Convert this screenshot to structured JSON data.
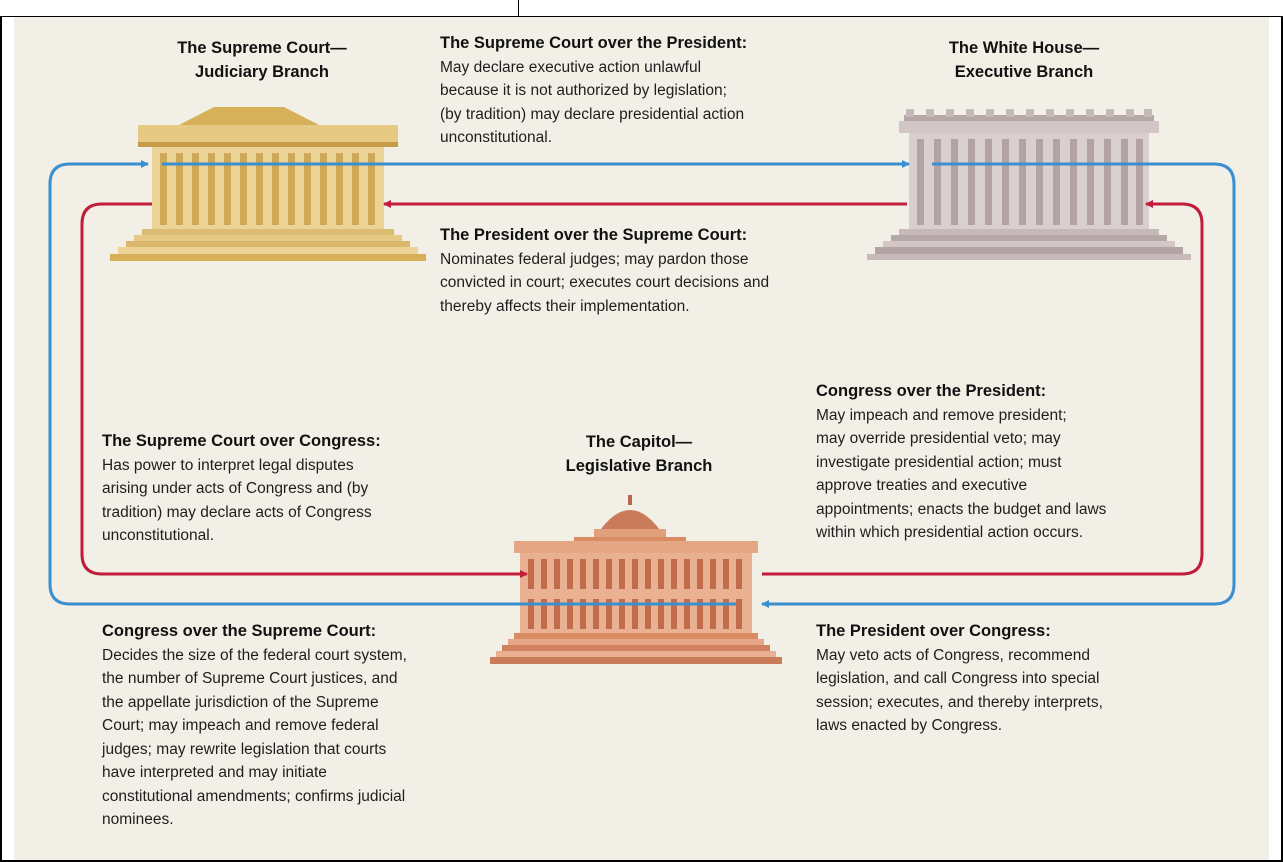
{
  "buildings": {
    "court": {
      "name": "The Supreme Court—\nJudiciary Branch",
      "icon": "supreme-court-building-icon",
      "color": "#e6c982"
    },
    "white_house": {
      "name": "The White House—\nExecutive Branch",
      "icon": "white-house-building-icon",
      "color": "#c7b9b9"
    },
    "capitol": {
      "name": "The Capitol—\nLegislative Branch",
      "icon": "capitol-building-icon",
      "color": "#d98c64"
    }
  },
  "checks": {
    "court_over_president": {
      "heading": "The Supreme Court over the President:",
      "text": "May declare executive action unlawful\nbecause it is not authorized by legislation;\n(by tradition) may declare presidential action\nunconstitutional."
    },
    "president_over_court": {
      "heading": "The President over the Supreme Court:",
      "text": "Nominates federal judges; may pardon those\nconvicted in court; executes court decisions and\nthereby affects their implementation."
    },
    "congress_over_president": {
      "heading": "Congress over the President:",
      "text": "May impeach and remove president;\nmay override presidential veto; may\ninvestigate presidential action; must\napprove treaties and executive\nappointments; enacts the budget and laws\nwithin which presidential action occurs."
    },
    "court_over_congress": {
      "heading": "The Supreme Court over Congress:",
      "text": "Has power to interpret legal disputes\narising under acts of Congress and (by\ntradition) may declare acts of Congress\nunconstitutional."
    },
    "congress_over_court": {
      "heading": "Congress over the Supreme Court:",
      "text": "Decides the size of the federal court system,\nthe number of Supreme Court justices, and\nthe appellate jurisdiction of the Supreme\nCourt; may impeach and remove federal\njudges; may rewrite legislation that courts\nhave interpreted and may initiate\nconstitutional amendments; confirms judicial\nnominees."
    },
    "president_over_congress": {
      "heading": "The President over Congress:",
      "text": "May veto acts of Congress, recommend\nlegislation, and call Congress into special\nsession; executes, and thereby interprets,\nlaws enacted by Congress."
    }
  },
  "colors": {
    "background": "#f2efe6",
    "blue_arrow": "#3a8fd0",
    "red_arrow": "#c01d3a"
  }
}
